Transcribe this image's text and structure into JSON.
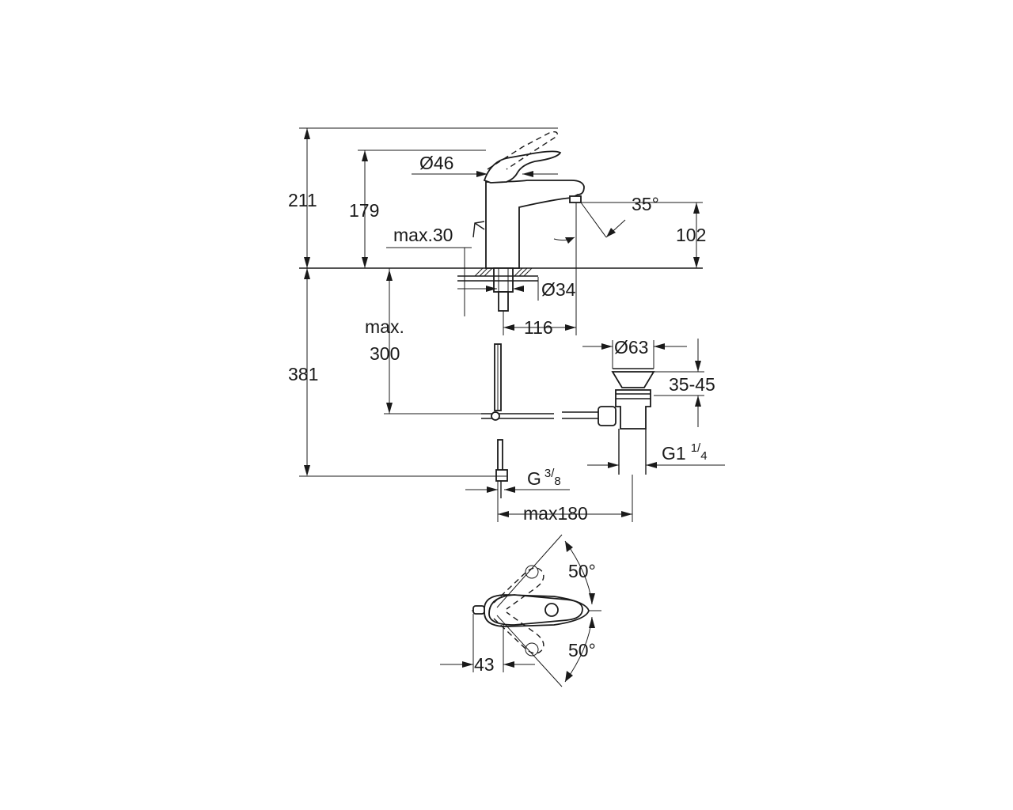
{
  "dimensions": {
    "total_height": "211",
    "lever_height": "179",
    "spout_height": "102",
    "below_deck": "381",
    "max_deck": "max.30",
    "hose_max_line1": "max.",
    "hose_max_line2": "300",
    "body_diameter": "Ø46",
    "shank_diameter": "Ø34",
    "projection": "116",
    "spout_angle": "35°",
    "waste_diameter": "Ø63",
    "waste_range": "35-45",
    "waste_thread_main": "G1",
    "waste_thread_num": "1",
    "waste_thread_den": "4",
    "supply_thread_main": "G",
    "supply_thread_num": "3",
    "supply_thread_den": "8",
    "max_offset": "max180",
    "lever_angle_top": "50°",
    "lever_angle_bottom": "50°",
    "top_offset": "43"
  }
}
